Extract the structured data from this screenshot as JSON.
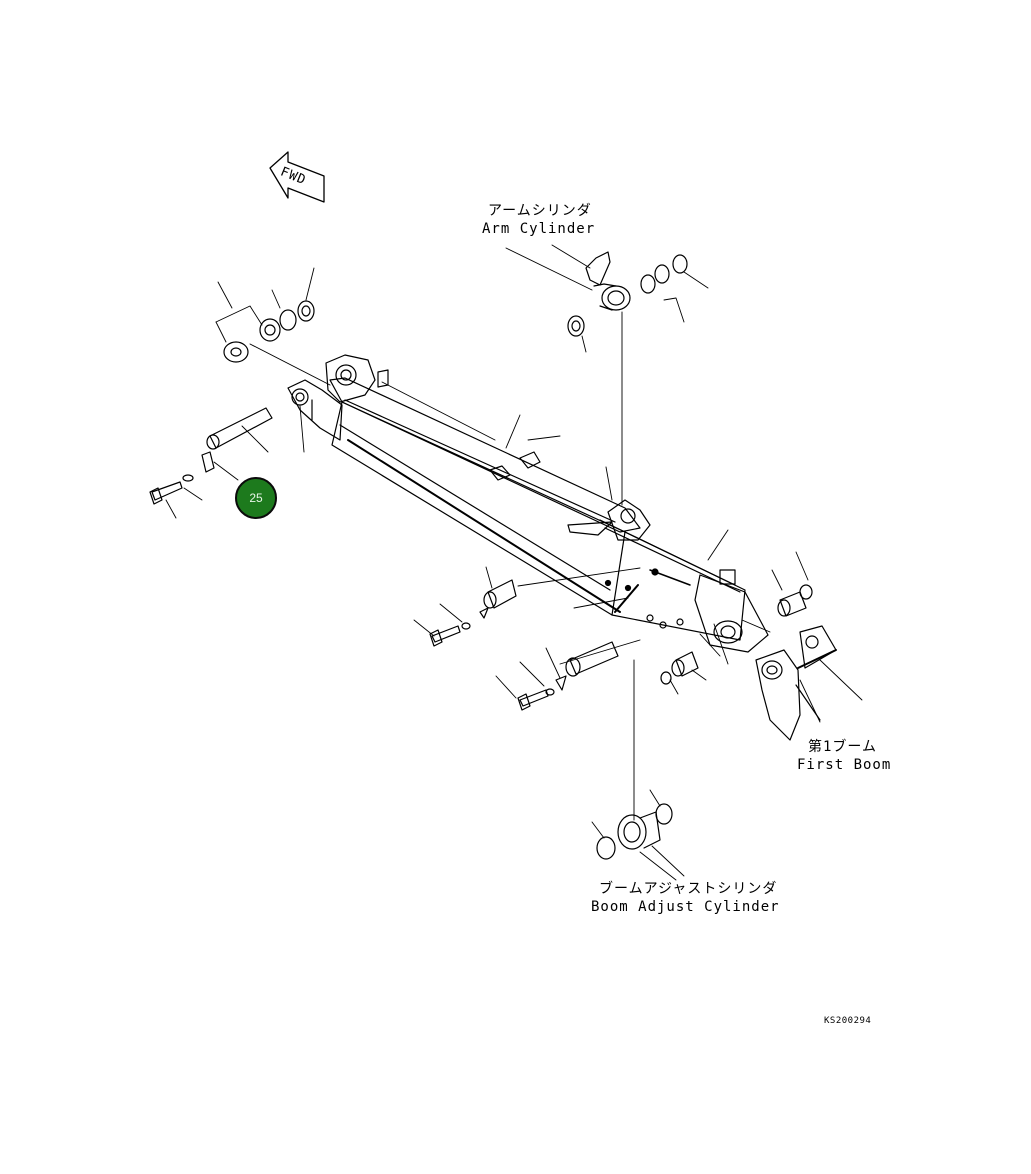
{
  "labels": {
    "fwd": "FWD",
    "arm_cylinder_jp": "アームシリンダ",
    "arm_cylinder_en": "Arm Cylinder",
    "first_boom_jp": "第1ブーム",
    "first_boom_en": "First Boom",
    "boom_adjust_jp": "ブームアジャストシリンダ",
    "boom_adjust_en": "Boom Adjust Cylinder",
    "drawing_ref": "KS200294"
  },
  "callouts": [
    {
      "number": "25",
      "color": "#1d7a1d"
    }
  ]
}
